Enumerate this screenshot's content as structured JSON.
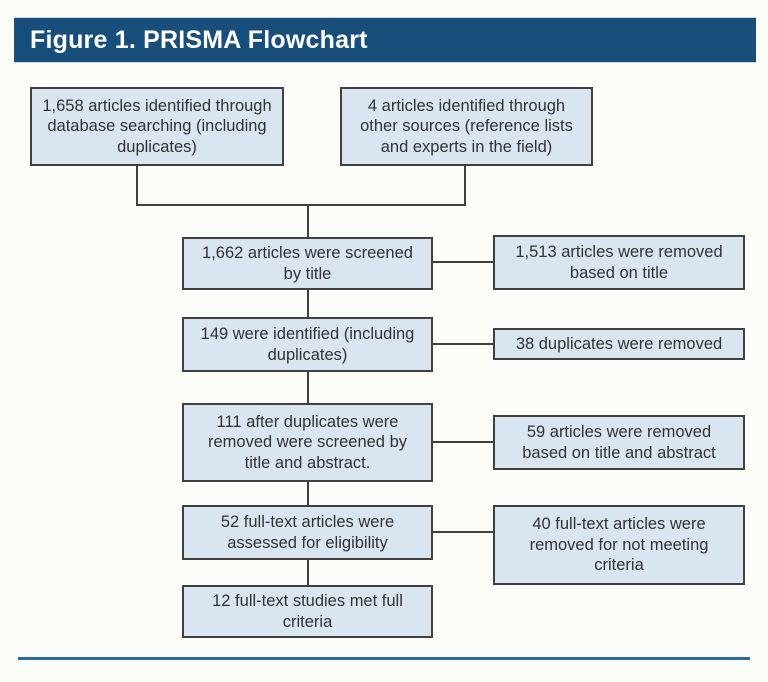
{
  "figure": {
    "title": "Figure 1. PRISMA Flowchart"
  },
  "boxes": {
    "database_search": "1,658 articles identified through database searching (including duplicates)",
    "other_sources": "4 articles identified through other sources (reference lists and experts in the field)",
    "screened_by_title": "1,662 articles were screened by title",
    "identified_including_duplicates": "149 were identified (including duplicates)",
    "after_duplicates_screened": "111 after duplicates were removed were screened by title and abstract.",
    "fulltext_assessed": "52 full-text articles were assessed for eligibility",
    "met_full_criteria": "12 full-text studies met full criteria",
    "removed_by_title": "1,513 articles were removed based on title",
    "duplicates_removed": "38 duplicates were removed",
    "removed_title_abstract": "59 articles were removed based on title and abstract",
    "removed_not_meeting": "40 full-text articles were removed for not meeting criteria"
  },
  "colors": {
    "header_bg": "#174e7c",
    "header_text": "#ffffff",
    "box_fill": "#d9e6f2",
    "box_border": "#404040",
    "box_text": "#323232",
    "connector": "#404040",
    "bottom_rule": "#2a6a9e",
    "page_bg": "#fcfdf8"
  }
}
